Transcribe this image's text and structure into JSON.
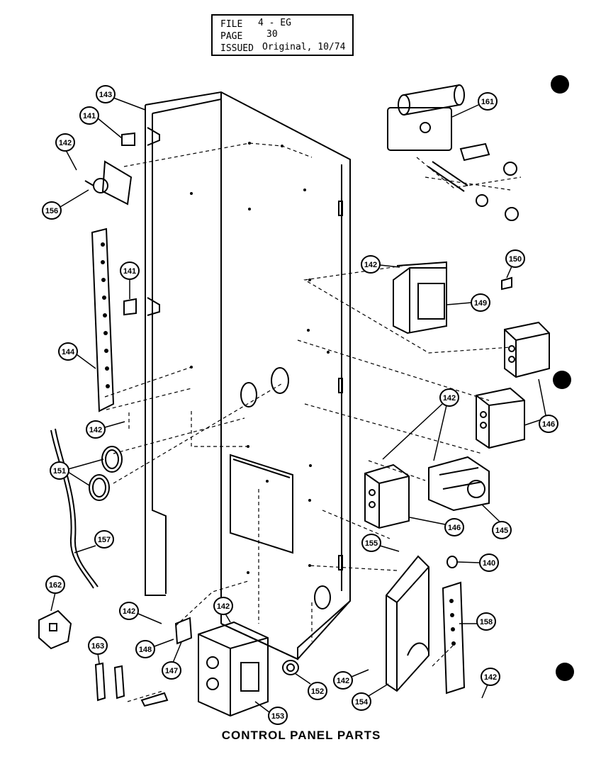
{
  "header": {
    "file_label": "FILE",
    "file_value": "4 - EG",
    "page_label": "PAGE",
    "page_value": "30",
    "issued_label": "ISSUED",
    "issued_value": "Original, 10/74"
  },
  "caption": "CONTROL PANEL PARTS",
  "callouts": [
    "143",
    "141",
    "142",
    "156",
    "141",
    "144",
    "142",
    "151",
    "157",
    "162",
    "163",
    "142",
    "148",
    "147",
    "142",
    "153",
    "152",
    "142",
    "154",
    "142",
    "158",
    "140",
    "155",
    "145",
    "146",
    "146",
    "142",
    "150",
    "149",
    "142",
    "161"
  ]
}
